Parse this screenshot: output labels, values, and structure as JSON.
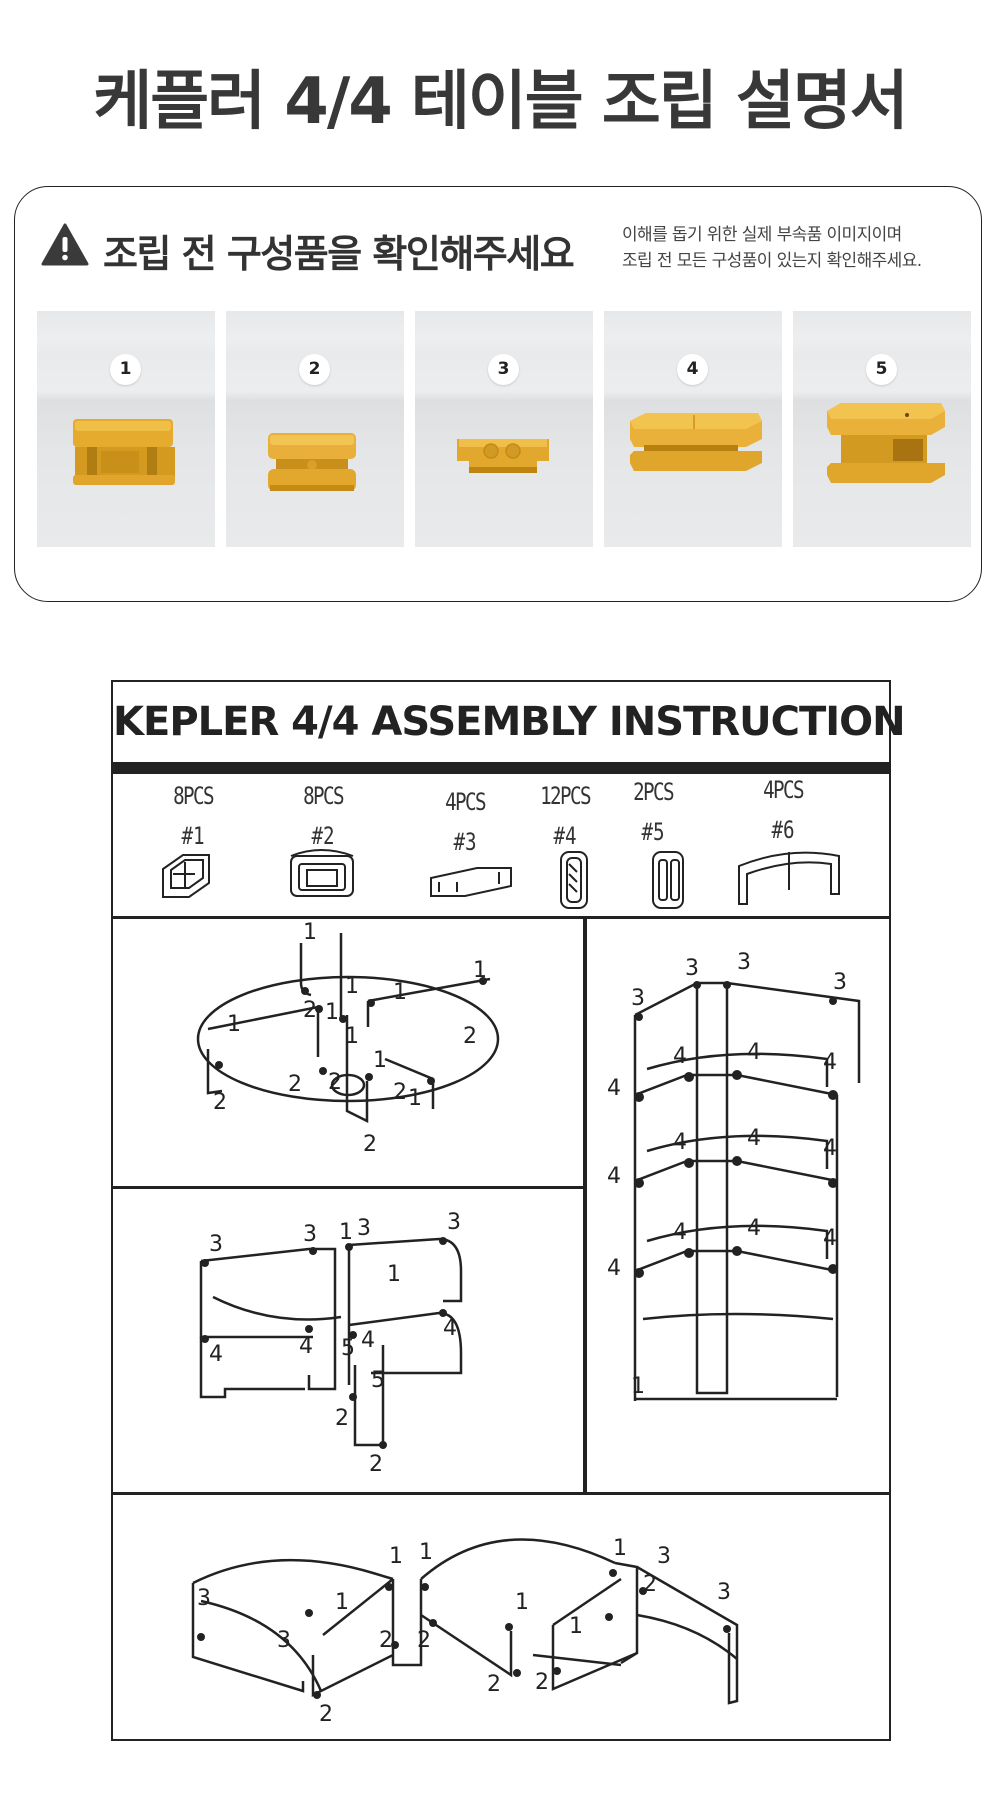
{
  "page": {
    "title": "케플러 4/4 테이블 조립 설명서"
  },
  "check_card": {
    "warning_icon": "warning-triangle-icon",
    "title": "조립 전 구성품을 확인해주세요",
    "note_lines": [
      "이해를 돕기 위한 실제 부속품 이미지이며",
      "조립 전 모든 구성품이 있는지 확인해주세요."
    ],
    "parts": [
      {
        "number": "1"
      },
      {
        "number": "2"
      },
      {
        "number": "3"
      },
      {
        "number": "4"
      },
      {
        "number": "5"
      }
    ],
    "part_color": "#e2a92c"
  },
  "manual": {
    "title": "KEPLER 4/4 ASSEMBLY INSTRUCTION",
    "parts": [
      {
        "qty": "8PCS",
        "id": "#1"
      },
      {
        "qty": "8PCS",
        "id": "#2"
      },
      {
        "qty": "4PCS",
        "id": "#3"
      },
      {
        "qty": "12PCS",
        "id": "#4"
      },
      {
        "qty": "2PCS",
        "id": "#5"
      },
      {
        "qty": "4PCS",
        "id": "#6"
      }
    ]
  }
}
